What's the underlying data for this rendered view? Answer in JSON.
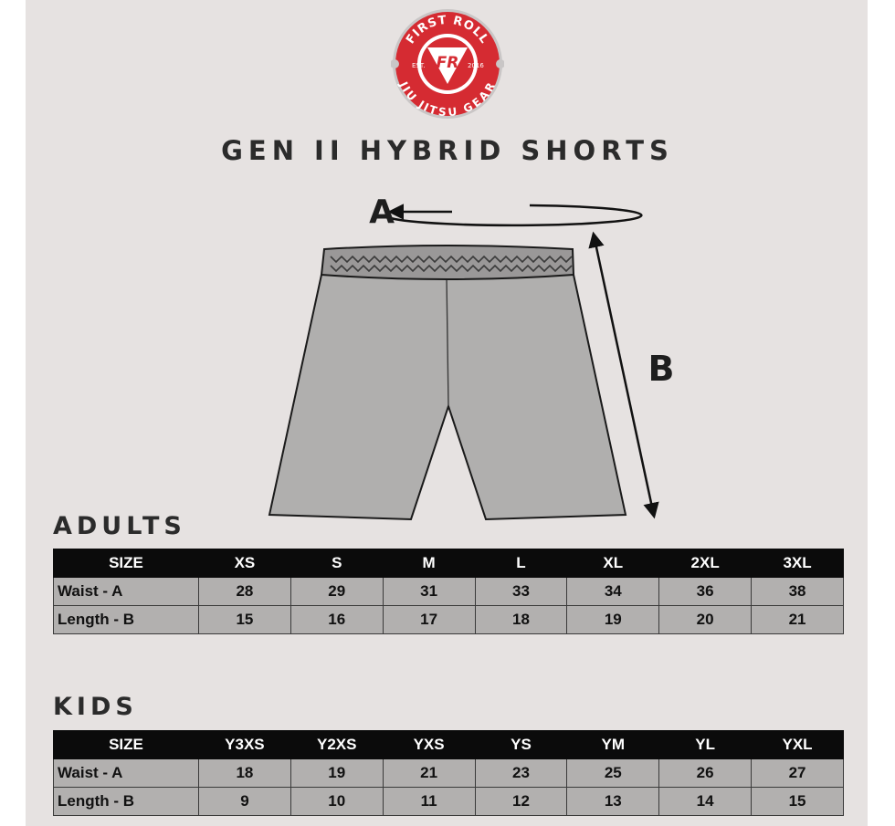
{
  "logo": {
    "top_text": "FIRST ROLL",
    "bottom_text": "JIU JITSU GEAR",
    "est": "EST.",
    "year": "2016",
    "monogram": "FR",
    "color": "#d52b32"
  },
  "title": "GEN II HYBRID SHORTS",
  "diagram": {
    "waist_label": "A",
    "length_label": "B",
    "shorts_color": "#b0afae"
  },
  "adults": {
    "heading": "ADULTS",
    "header": [
      "SIZE",
      "XS",
      "S",
      "M",
      "L",
      "XL",
      "2XL",
      "3XL"
    ],
    "rows": [
      [
        "Waist - A",
        "28",
        "29",
        "31",
        "33",
        "34",
        "36",
        "38"
      ],
      [
        "Length - B",
        "15",
        "16",
        "17",
        "18",
        "19",
        "20",
        "21"
      ]
    ]
  },
  "kids": {
    "heading": "KIDS",
    "header": [
      "SIZE",
      "Y3XS",
      "Y2XS",
      "YXS",
      "YS",
      "YM",
      "YL",
      "YXL"
    ],
    "rows": [
      [
        "Waist - A",
        "18",
        "19",
        "21",
        "23",
        "25",
        "26",
        "27"
      ],
      [
        "Length - B",
        "9",
        "10",
        "11",
        "12",
        "13",
        "14",
        "15"
      ]
    ]
  }
}
